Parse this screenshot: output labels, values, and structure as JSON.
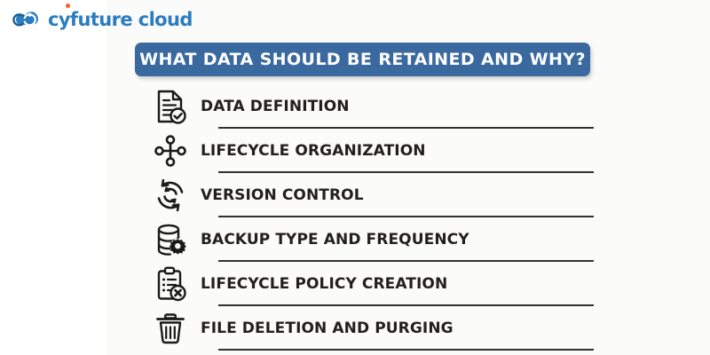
{
  "brand": {
    "name": "cyfuture cloud",
    "mark_icon": "cloud-infinity-icon",
    "accent_color": "#2b7cc0",
    "dot_color": "#f26522"
  },
  "banner": {
    "title": "WHAT DATA SHOULD BE RETAINED AND WHY?",
    "background_color": "#39699f",
    "text_color": "#ffffff"
  },
  "list": {
    "items": [
      {
        "label": "DATA DEFINITION",
        "icon": "document-check-icon"
      },
      {
        "label": "LIFECYCLE ORGANIZATION",
        "icon": "network-nodes-icon"
      },
      {
        "label": "VERSION CONTROL",
        "icon": "sync-refresh-icon"
      },
      {
        "label": "BACKUP TYPE AND FREQUENCY",
        "icon": "database-gear-icon"
      },
      {
        "label": "LIFECYCLE POLICY CREATION",
        "icon": "clipboard-x-icon"
      },
      {
        "label": "FILE DELETION AND PURGING",
        "icon": "trash-bin-icon"
      }
    ]
  }
}
